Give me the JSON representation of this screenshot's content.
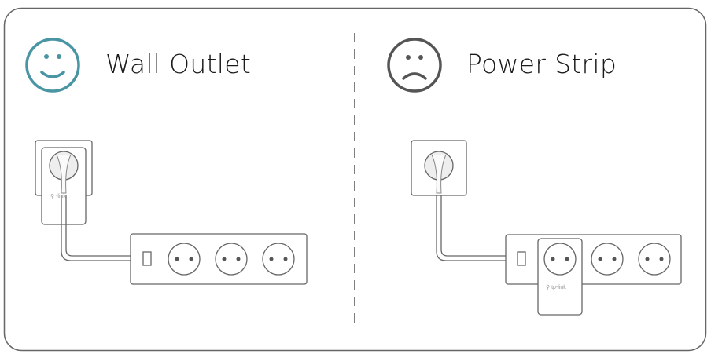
{
  "left_panel": {
    "title": "Wall Outlet",
    "face": "happy-face-icon",
    "face_color": "#4a95a3",
    "adapter_brand": "tp-link"
  },
  "right_panel": {
    "title": "Power Strip",
    "face": "sad-face-icon",
    "face_color": "#555555",
    "adapter_brand": "tp-link"
  }
}
